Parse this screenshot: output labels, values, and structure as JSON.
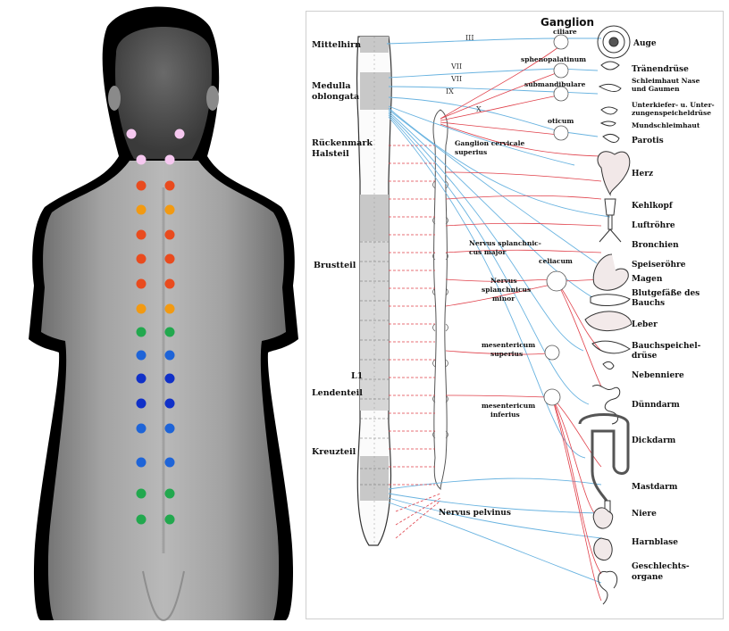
{
  "spine_dots": {
    "rows": [
      {
        "color": "#f6c8f0"
      },
      {
        "color": "#f6c8f0"
      },
      {
        "color": "#e94b1e"
      },
      {
        "color": "#f29a12"
      },
      {
        "color": "#e94b1e"
      },
      {
        "color": "#e94b1e"
      },
      {
        "color": "#e94b1e"
      },
      {
        "color": "#f29a12"
      },
      {
        "color": "#22a84e"
      },
      {
        "color": "#1e64d8"
      },
      {
        "color": "#1030c8"
      },
      {
        "color": "#1030c8"
      },
      {
        "color": "#1e64d8"
      },
      {
        "color": "#1e64d8"
      },
      {
        "color": "#22a84e"
      },
      {
        "color": "#22a84e"
      }
    ]
  },
  "diagram": {
    "header": "Ganglion",
    "spine_labels": {
      "mittelhirn": "Mittelhirn",
      "medulla_1": "Medulla",
      "medulla_2": "oblongata",
      "rueckenmark_1": "Rückenmark",
      "rueckenmark_2": "Halsteil",
      "brustteil": "Brustteil",
      "l1": "L1",
      "lendenteil": "Lendenteil",
      "kreuzteil": "Kreuzteil"
    },
    "nerve_numbers": {
      "iii": "III",
      "vii_1": "VII",
      "vii_2": "VII",
      "ix": "IX",
      "x": "X"
    },
    "ganglia": {
      "ciliare": "ciliare",
      "sphenopalatinum": "sphenopalatinum",
      "submandibulare": "submandibulare",
      "oticum": "oticum",
      "cervicale_1": "Ganglion cervicale",
      "cervicale_2": "superius",
      "splanchnicus_major_1": "Nervus splanchnic-",
      "splanchnicus_major_2": "cus major",
      "splanchnicus_minor_1": "Nervus",
      "splanchnicus_minor_2": "splanchnicus",
      "splanchnicus_minor_3": "minor",
      "coeliacum": "celiacum",
      "mes_sup_1": "mesentericum",
      "mes_sup_2": "superius",
      "mes_inf_1": "mesentericum",
      "mes_inf_2": "inferius",
      "pelvinus": "Nervus pelvinus"
    },
    "organs": {
      "auge": "Auge",
      "traenen": "Tränendrüse",
      "nase_1": "Schleimhaut Nase",
      "nase_2": "und Gaumen",
      "unterkiefer_1": "Unterkiefer- u. Unter-",
      "unterkiefer_2": "zungenspeicheldrüse",
      "mund": "Mundschleimhaut",
      "parotis": "Parotis",
      "herz": "Herz",
      "kehlkopf": "Kehlkopf",
      "luftroehre": "Luftröhre",
      "bronchien": "Bronchien",
      "speiseroehre": "Speiseröhre",
      "magen": "Magen",
      "blutgefaesse_1": "Blutgefäße des",
      "blutgefaesse_2": "Bauchs",
      "leber": "Leber",
      "bauchspeichel_1": "Bauchspeichel-",
      "bauchspeichel_2": "drüse",
      "nebenniere": "Nebenniere",
      "duenndarm": "Dünndarm",
      "dickdarm": "Dickdarm",
      "mastdarm": "Mastdarm",
      "niere": "Niere",
      "harnblase": "Harnblase",
      "geschlecht_1": "Geschlechts-",
      "geschlecht_2": "organe"
    }
  }
}
